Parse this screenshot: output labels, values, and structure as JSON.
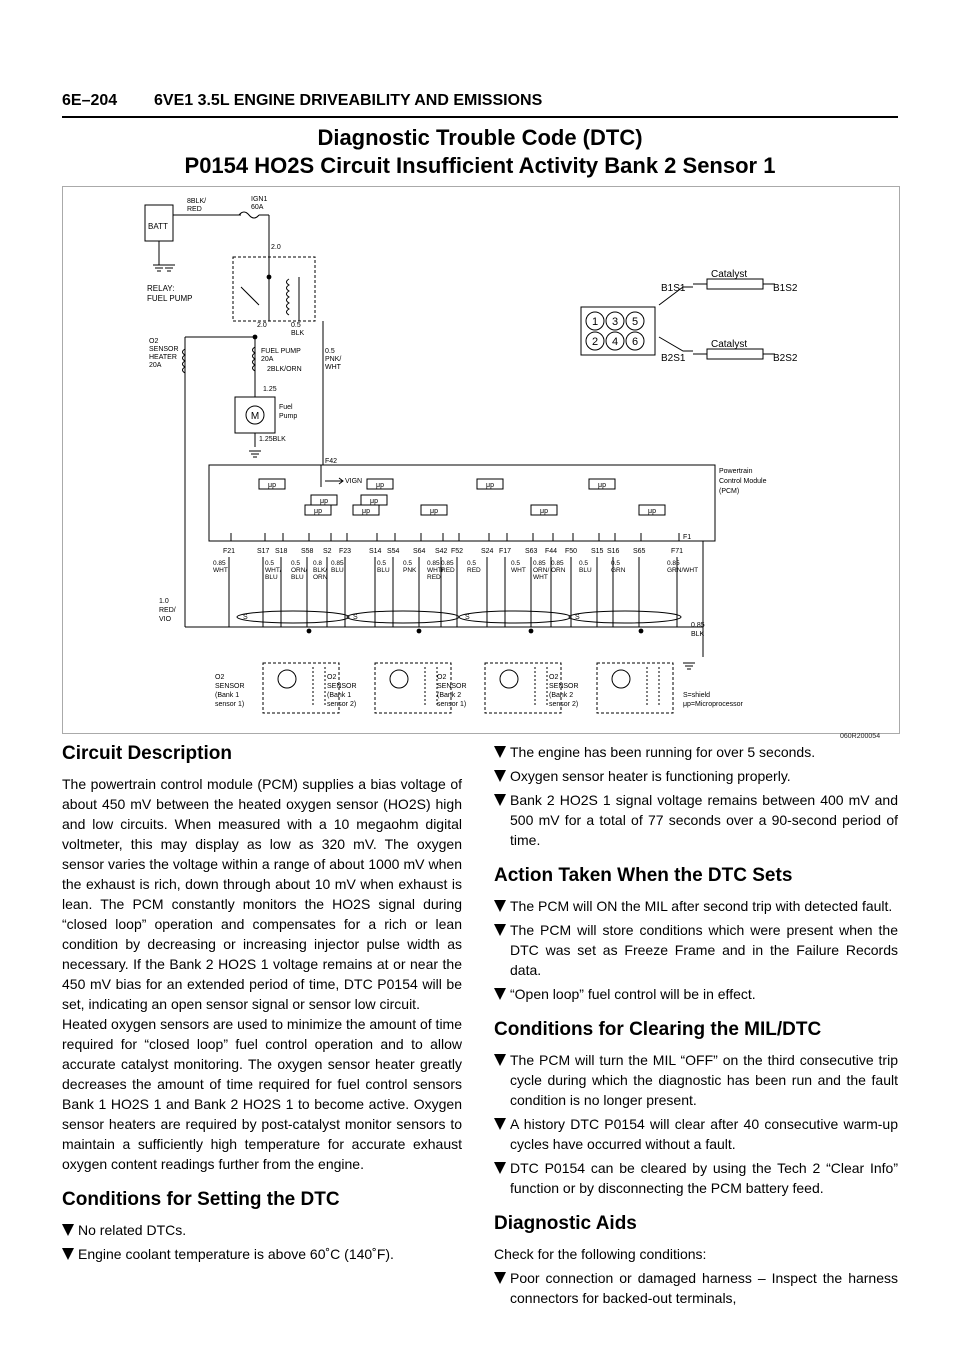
{
  "header": {
    "page_number": "6E–204",
    "manual_title": "6VE1 3.5L ENGINE DRIVEABILITY AND EMISSIONS"
  },
  "title": {
    "line1": "Diagnostic Trouble Code (DTC)",
    "line2": "P0154 HO2S Circuit Insufficient Activity Bank 2 Sensor 1"
  },
  "diagram": {
    "code": "060R200054",
    "batt": "BATT",
    "batt_wire": [
      "8BLK/",
      "RED"
    ],
    "fuse_ign": [
      "IGN1",
      "60A"
    ],
    "wire_20a": "2.0",
    "relay": [
      "RELAY:",
      "FUEL PUMP"
    ],
    "relay_wire_left": "2.0",
    "relay_wire_right": [
      "0.5",
      "BLK"
    ],
    "o2_heater": [
      "O2",
      "SENSOR",
      "HEATER",
      "20A"
    ],
    "fuel_pump_fuse": [
      "FUEL PUMP",
      "20A"
    ],
    "fuel_pump_wire": "2BLK/ORN",
    "wire_pnk": [
      "0.5",
      "PNK/",
      "WHT"
    ],
    "wire_125": "1.25",
    "motor": "M",
    "fuel_pump_label": [
      "Fuel",
      "Pump"
    ],
    "wire_125blk": "1.25BLK",
    "f42": "F42",
    "vign": "VIGN",
    "mu": "μp",
    "pcm": [
      "Powertrain",
      "Control Module",
      "(PCM)"
    ],
    "f1": "F1",
    "pins": [
      "F21",
      "S17",
      "S18",
      "S58",
      "S2",
      "F23",
      "S14",
      "S54",
      "S64",
      "S42",
      "F52",
      "S24",
      "F17",
      "S63",
      "F44",
      "F50",
      "S15",
      "S16",
      "S65",
      "F71"
    ],
    "wires": [
      [
        "0.85",
        "WHT"
      ],
      [
        "0.5",
        "WHT/",
        "BLU"
      ],
      [
        "0.5",
        "ORN/",
        "BLU"
      ],
      [
        "0.8",
        "BLK/",
        "ORN"
      ],
      [
        "0.85",
        "BLU"
      ],
      [
        "0.5",
        "BLU"
      ],
      [
        "0.5",
        "PNK"
      ],
      [
        "0.85",
        "WHT/",
        "RED"
      ],
      [
        "0.85",
        "RED"
      ],
      [
        "0.5",
        "RED"
      ],
      [
        "0.5",
        "WHT"
      ],
      [
        "0.85",
        "ORN/",
        "WHT"
      ],
      [
        "0.85",
        "ORN"
      ],
      [
        "0.5",
        "BLU"
      ],
      [
        "0.5",
        "GRN"
      ],
      [
        "0.85",
        "GRN/WHT"
      ]
    ],
    "wire_red_vio": [
      "1.0",
      "RED/",
      "VIO"
    ],
    "shield": "S",
    "wire_085blk": [
      "0.85",
      "BLK"
    ],
    "sensors": [
      [
        "O2",
        "SENSOR",
        "(Bank 1",
        "sensor 1)"
      ],
      [
        "O2",
        "SENSOR",
        "(Bank 1",
        "sensor 2)"
      ],
      [
        "O2",
        "SENSOR",
        "(Bank 2",
        "sensor 1)"
      ],
      [
        "O2",
        "SENSOR",
        "(Bank 2",
        "sensor 2)"
      ]
    ],
    "legend": [
      "S=shield",
      "μp=Microprocessor"
    ],
    "engine": {
      "b1s1": "B1S1",
      "b1s2": "B1S2",
      "b2s1": "B2S1",
      "b2s2": "B2S2",
      "catalyst": "Catalyst",
      "cylinders": [
        "1",
        "3",
        "5",
        "2",
        "4",
        "6"
      ]
    }
  },
  "circuit_description": {
    "heading": "Circuit Description",
    "para1": "The powertrain control module (PCM) supplies a bias voltage of about 450 mV between the heated oxygen sensor (HO2S) high and low circuits. When measured with a 10 megaohm digital voltmeter, this may display as low as 320 mV. The oxygen sensor varies the voltage within a range of about 1000 mV when the exhaust is rich, down through about 10 mV when exhaust is lean. The PCM constantly monitors the HO2S signal during “closed loop” operation and compensates for a rich or lean condition by decreasing or increasing injector pulse width as necessary. If the Bank 2 HO2S 1 voltage remains at or near the 450 mV bias for an extended period of time, DTC P0154 will be set, indicating an open sensor signal or sensor low circuit.",
    "para2": "Heated oxygen sensors are used to minimize the amount of time required for “closed loop” fuel control operation and to allow accurate catalyst monitoring. The oxygen sensor heater greatly decreases the amount of time required for fuel control sensors Bank 1 HO2S 1 and Bank 2 HO2S 1 to become active. Oxygen sensor heaters are required by post-catalyst monitor sensors to maintain a sufficiently high temperature for accurate exhaust oxygen content readings further from the engine."
  },
  "conditions_setting": {
    "heading": "Conditions for Setting the DTC",
    "items": [
      "No related DTCs.",
      "Engine coolant temperature is above 60˚C (140˚F).",
      "The engine has been running for over 5 seconds.",
      "Oxygen sensor heater is functioning properly.",
      "Bank 2 HO2S 1 signal voltage remains between 400 mV and 500 mV for a total of 77 seconds over a 90-second period of time."
    ]
  },
  "action_taken": {
    "heading": "Action Taken When the DTC Sets",
    "items": [
      "The PCM will ON the MIL after second trip with detected fault.",
      "The PCM will store conditions which were present when the DTC was set as Freeze Frame and in the Failure Records data.",
      "“Open loop” fuel control will be in effect."
    ]
  },
  "conditions_clearing": {
    "heading": "Conditions for Clearing the MIL/DTC",
    "items": [
      "The PCM will turn the MIL “OFF” on the third consecutive trip cycle during which the diagnostic has been run and the fault condition is no longer present.",
      "A history DTC P0154 will clear after 40 consecutive warm-up cycles have occurred without a fault.",
      "DTC P0154 can be cleared by using the Tech 2 “Clear Info” function or by disconnecting the PCM battery feed."
    ]
  },
  "diagnostic_aids": {
    "heading": "Diagnostic Aids",
    "intro": "Check for the following conditions:",
    "items": [
      "Poor connection or damaged harness – Inspect the harness connectors for backed-out terminals,"
    ]
  }
}
